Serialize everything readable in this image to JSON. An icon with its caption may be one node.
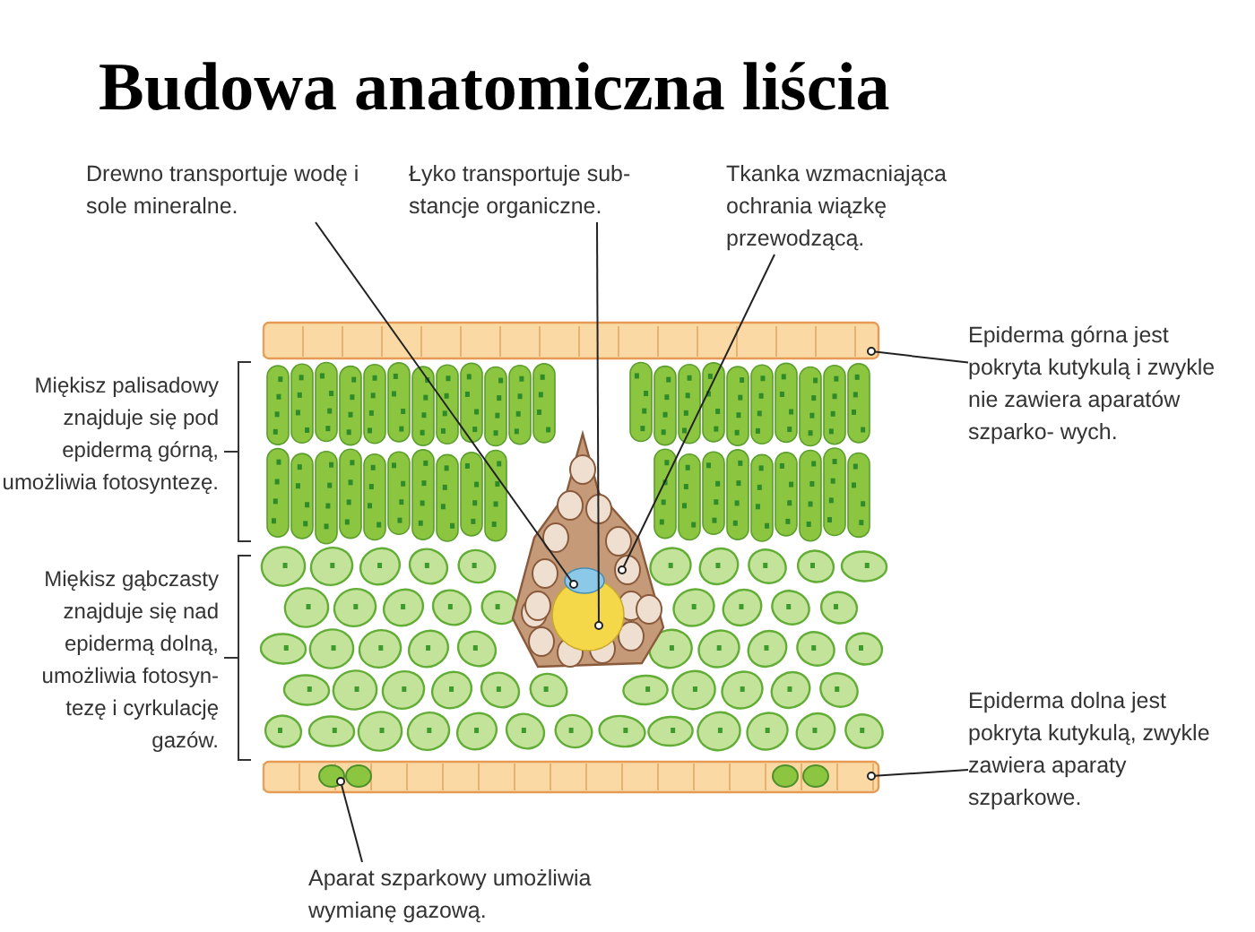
{
  "diagram": {
    "title": "Budowa anatomiczna liścia",
    "nodes": [
      {
        "text": [
          "Drewno transportuje wodę i sole mineralne."
        ]
      },
      {
        "text": [
          "Łyko transportuje sub- stancje organiczne."
        ]
      },
      {
        "text": [
          "Tkanka wzmacniająca ochrania wiązkę przewodzącą."
        ]
      },
      {
        "text": [
          "Epiderma górna jest pokryta kutykulą i zwykle nie zawiera aparatów szparko- wych."
        ]
      },
      {
        "text": [
          "Epiderma dolna jest pokryta kutykulą, zwykle zawiera aparaty szparkowe."
        ]
      },
      {
        "text": [
          "Aparat szparkowy umożliwia wymianę gazową."
        ]
      }
    ],
    "edges": [
      {
        "from": 0,
        "to": null,
        "arrow": "other"
      },
      {
        "from": 1,
        "to": null,
        "arrow": "other"
      },
      {
        "from": 2,
        "to": null,
        "arrow": "other"
      },
      {
        "from": 3,
        "to": null,
        "arrow": "other"
      },
      {
        "from": 4,
        "to": null,
        "arrow": "other"
      },
      {
        "from": 5,
        "to": null,
        "arrow": "other"
      }
    ],
    "labels": [
      "Miękisz palisadowy znajduje się pod epidermą górną, umożliwia fotosyntezę.",
      "Miękisz gąbczasty znajduje się nad epidermą dolną, umożliwia fotosyn- tezę i cyrkulację gazów."
    ]
  }
}
